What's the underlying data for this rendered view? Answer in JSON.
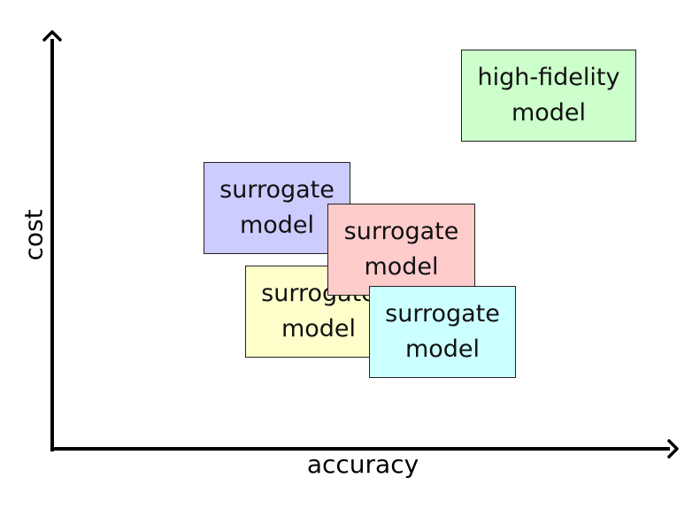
{
  "axes": {
    "x_label": "accuracy",
    "y_label": "cost",
    "line_color": "#000000"
  },
  "boxes": [
    {
      "id": "high-fidelity",
      "label": "high-fidelity\nmodel",
      "fill": "#ccffcc"
    },
    {
      "id": "surrogate-blue",
      "label": "surrogate\nmodel",
      "fill": "#ccccff"
    },
    {
      "id": "surrogate-yellow",
      "label": "surrogate\nmodel",
      "fill": "#ffffcc"
    },
    {
      "id": "surrogate-red",
      "label": "surrogate\nmodel",
      "fill": "#ffcccc"
    },
    {
      "id": "surrogate-cyan",
      "label": "surrogate\nmodel",
      "fill": "#ccffff"
    }
  ]
}
